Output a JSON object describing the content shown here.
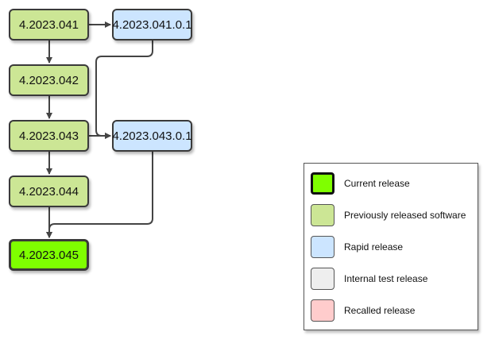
{
  "colors": {
    "current": "#7fff00",
    "previous": "#cce695",
    "rapid": "#cce5ff",
    "internal": "#eeeeee",
    "recalled": "#ffcccc",
    "edge": "#444444"
  },
  "nodes": {
    "v041": {
      "label": "4.2023.041",
      "status": "previous"
    },
    "v0410_1": {
      "label": "4.2023.041.0.1",
      "status": "rapid"
    },
    "v042": {
      "label": "4.2023.042",
      "status": "previous"
    },
    "v043": {
      "label": "4.2023.043",
      "status": "previous"
    },
    "v0430_1": {
      "label": "4.2023.043.0.1",
      "status": "rapid"
    },
    "v044": {
      "label": "4.2023.044",
      "status": "previous"
    },
    "v045": {
      "label": "4.2023.045",
      "status": "current"
    }
  },
  "edges": [
    {
      "from": "4.2023.041",
      "to": "4.2023.041.0.1"
    },
    {
      "from": "4.2023.041",
      "to": "4.2023.042"
    },
    {
      "from": "4.2023.041.0.1",
      "to": "4.2023.043.0.1"
    },
    {
      "from": "4.2023.042",
      "to": "4.2023.043"
    },
    {
      "from": "4.2023.043",
      "to": "4.2023.043.0.1"
    },
    {
      "from": "4.2023.043",
      "to": "4.2023.044"
    },
    {
      "from": "4.2023.044",
      "to": "4.2023.045"
    },
    {
      "from": "4.2023.043.0.1",
      "to": "4.2023.045"
    }
  ],
  "legend": {
    "items": [
      {
        "label": "Current release",
        "color": "#7fff00"
      },
      {
        "label": "Previously released software",
        "color": "#cce695"
      },
      {
        "label": "Rapid release",
        "color": "#cce5ff"
      },
      {
        "label": "Internal test release",
        "color": "#eeeeee"
      },
      {
        "label": "Recalled release",
        "color": "#ffcccc"
      }
    ]
  }
}
